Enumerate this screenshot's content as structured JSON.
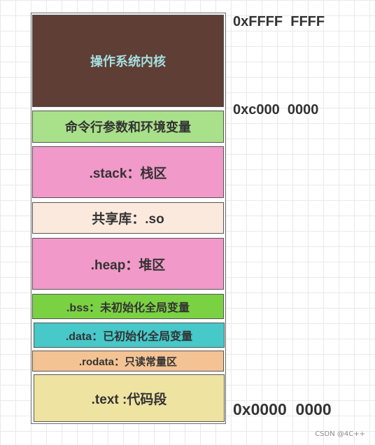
{
  "segments": {
    "kernel": "操作系统内核",
    "cmdline_env": "命令行参数和环境变量",
    "stack": ".stack：栈区",
    "shared_lib": "共享库：.so",
    "heap": ".heap：堆区",
    "bss": ".bss：未初始化全局变量",
    "data": ".data：已初始化全局变量",
    "rodata": ".rodata：只读常量区",
    "text": ".text :代码段"
  },
  "addresses": {
    "top": "0xFFFF  FFFF",
    "kernel_boundary": "0xc000  0000",
    "bottom": "0x0000  0000"
  },
  "colors": {
    "kernel": "#5e3e35",
    "kernel_text": "#a6dfe0",
    "cmdline_env": "#a9e08a",
    "stack": "#f199c9",
    "shared_lib": "#fbe9dd",
    "heap": "#f199c9",
    "bss": "#7ad242",
    "data": "#47c8c9",
    "rodata": "#f4c394",
    "text": "#efe3a2"
  },
  "watermark": "CSDN @4C++"
}
